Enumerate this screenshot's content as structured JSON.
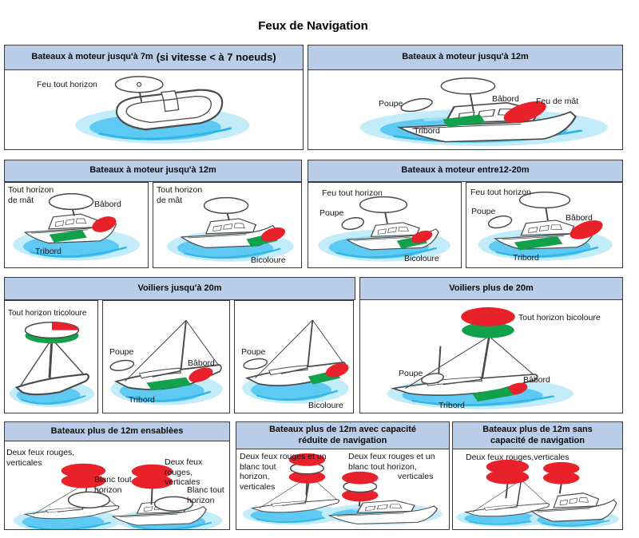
{
  "title": "Feux de Navigation",
  "colors": {
    "header_bg": "#b9cce8",
    "panel_border": "#3a3a3a",
    "red": "#e8212a",
    "green": "#12a14b",
    "water": "#5ec9f2",
    "water_light": "#c3ecfb"
  },
  "panel_motor7": {
    "header": "Bateaux à moteur jusqu'à 7m",
    "header_note": "(si vitesse < à 7 noeuds)",
    "label_all_round": "Feu tout horizon"
  },
  "panel_motor12_persp": {
    "header": "Bateaux à moteur jusqu'à 12m",
    "label_stern": "Poupe",
    "label_port": "Bâbord",
    "label_masthead": "Feu de mât",
    "label_starboard": "Tribord"
  },
  "group_motor12": {
    "header": "Bateaux à moteur jusqu'à 12m",
    "left": {
      "label_masthead": "Tout horizon\nde mât",
      "label_port": "Bâbord",
      "label_starboard": "Tribord"
    },
    "right": {
      "label_masthead": "Tout horizon\nde mât",
      "label_bicolor": "Bicoloure"
    }
  },
  "group_motor12_20": {
    "header": "Bateaux à moteur entre12-20m",
    "left": {
      "label_allround": "Feu tout horizon",
      "label_stern": "Poupe",
      "label_bicolor": "Bicoloure"
    },
    "right": {
      "label_allround": "Feu tout horizon",
      "label_stern": "Poupe",
      "label_port": "Bâbord",
      "label_starboard": "Tribord"
    }
  },
  "group_sail20": {
    "header": "Voiliers jusqu'à 20m",
    "p1": {
      "label_tricolor": "Tout horizon tricoloure"
    },
    "p2": {
      "label_stern": "Poupe",
      "label_port": "Bâbord",
      "label_starboard": "Tribord"
    },
    "p3": {
      "label_stern": "Poupe",
      "label_bicolor": "Bicoloure"
    }
  },
  "panel_sail_over20": {
    "header": "Voiliers plus de 20m",
    "label_bicolor_allround": "Tout horizon bicoloure",
    "label_stern": "Poupe",
    "label_port": "Bâbord",
    "label_starboard": "Tribord"
  },
  "panel_aground": {
    "header": "Bateaux plus de 12m ensablèes",
    "label_left_red": "Deux feux rouges,\nverticales",
    "label_left_white": "Blanc tout\nhorizon",
    "label_right_red": "Deux feux rouges,\nverticales",
    "label_right_white": "Blanc tout\nhorizon"
  },
  "panel_restricted": {
    "header": "Bateaux plus de 12m avec capacité\nréduite de navigation",
    "label_left": "Deux feux rouges et un\nblanc tout\nhorizon,\nverticales",
    "label_right_line1": "Deux feux rouges et un\nblanc tout horizon,",
    "label_right_line2": "verticales"
  },
  "panel_nuc": {
    "header": "Bateaux plus de 12m sans\ncapacité de navigation",
    "label": "Deux feux rouges,verticales"
  }
}
